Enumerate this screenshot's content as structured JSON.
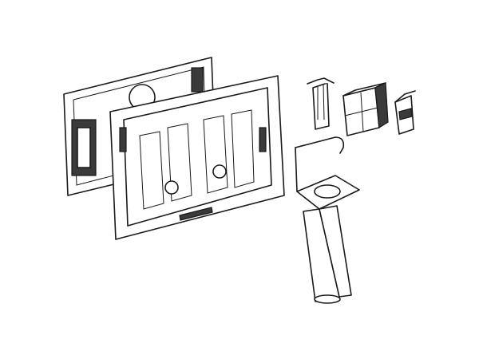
{
  "illustration": {
    "parts": [
      "back-frame",
      "front-frame",
      "clip",
      "bracket",
      "holder",
      "stand"
    ],
    "colors": {
      "line": "#1a1a1a",
      "fill": "#ffffff",
      "shade": "#3a3a3a"
    }
  }
}
